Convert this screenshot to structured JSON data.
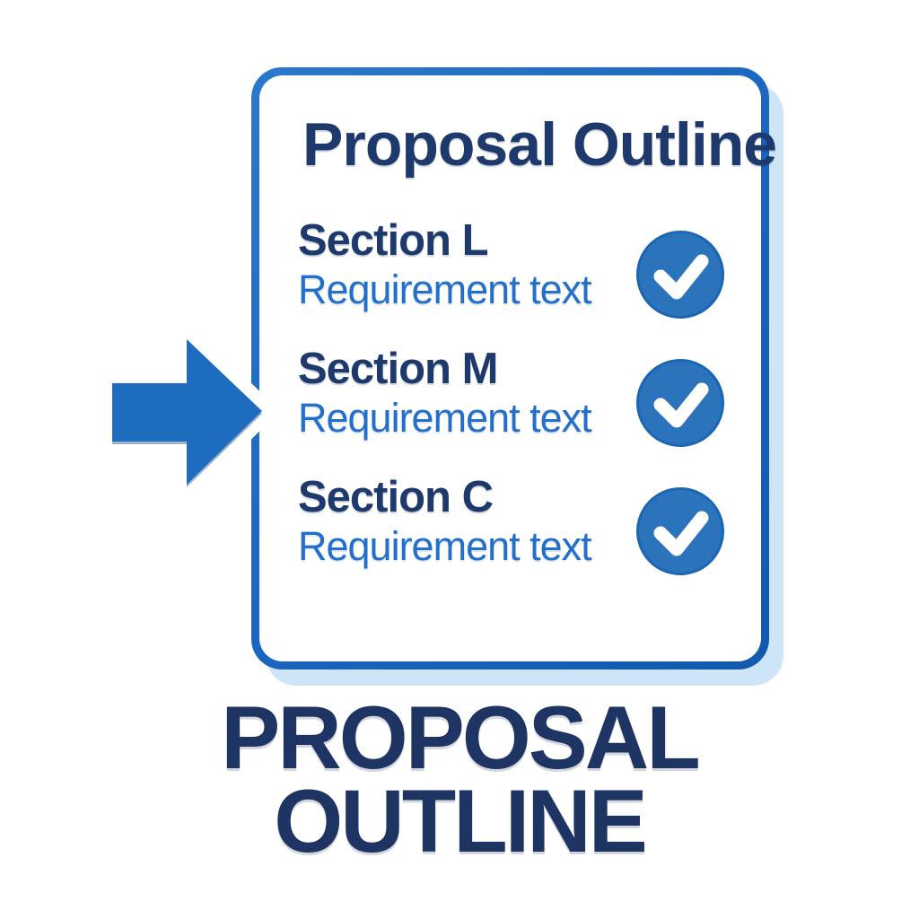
{
  "illustration": {
    "card": {
      "title": "Proposal Outline",
      "sections": [
        {
          "title": "Section L",
          "subtitle": "Requirement text",
          "status_icon": "check-circle"
        },
        {
          "title": "Section M",
          "subtitle": "Requirement text",
          "status_icon": "check-circle"
        },
        {
          "title": "Section C",
          "subtitle": "Requirement text",
          "status_icon": "check-circle"
        }
      ]
    },
    "arrow": {
      "direction": "right"
    },
    "caption": {
      "line1": "PROPOSAL",
      "line2": "OUTLINE"
    }
  },
  "colors": {
    "background": "#ffffff",
    "card-border": "#1a64bd",
    "card-shadow": "#cde5f6",
    "heading-navy": "#1e3a6c",
    "requirement-blue": "#2270cb",
    "check-fill": "#2b74bc",
    "check-rim": "#1b66b4",
    "check-mark": "#ffffff",
    "arrow-blue": "#1e6cc0",
    "caption-navy": "#1e3564"
  }
}
